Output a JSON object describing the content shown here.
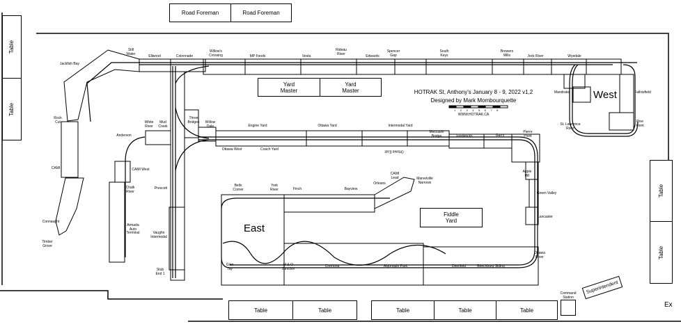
{
  "furniture": {
    "road_foreman": [
      "Road Foreman",
      "Road Foreman"
    ],
    "yard_master": [
      "Yard\nMaster",
      "Yard\nMaster"
    ],
    "fiddle_yard": "Fiddle\nYard",
    "table": "Table",
    "command_station": "Command\nStation",
    "superintendent": "Superintendent",
    "exit": "Ex"
  },
  "regions": {
    "east": "East",
    "west": "West"
  },
  "header": {
    "title": "HOTRAK St, Anthony's January 8 - 9, 2022 v1,2",
    "designer": "Designed by Mark Mombourquette",
    "scale_ticks": [
      "1",
      "2",
      "3",
      "4",
      "5",
      "6",
      "7",
      "8"
    ],
    "website": "WWW.HOTRAK.CA"
  },
  "stations": [
    "Still\nWater",
    "Ellwood",
    "Colonnade",
    "Willow's\nCrossing",
    "MP Foods",
    "Vesta",
    "Rideau\nRiver",
    "Edwards",
    "Spencer\nGap",
    "South\nKeys",
    "Brewers\nMills",
    "Jock River",
    "Wyedale",
    "Jackfish Bay",
    "Rock\nCut",
    "CAMI",
    "Connaught",
    "Timber\nGrove",
    "White\nRiver",
    "Mud\nCreek",
    "Three\nBridges",
    "Willow\nDale",
    "Anderson",
    "CAMI West",
    "Chalk\nRiver",
    "Armada\nAuto\nTerminal",
    "Prescott",
    "Vaughn\nIntermodal",
    "Stub\nEnd 1",
    "Engine Yard",
    "Ottawa Yard",
    "Intermodal Yard",
    "Ottawa West",
    "Coach Yard",
    "Ottawa East",
    "Moccasin\nBridge",
    "Fredericks",
    "Garry",
    "Pierre\nPoint",
    "Mandrake",
    "Fallowfield",
    "St. Lawrence\nRiver",
    "Pine\nPoint",
    "Apple\nHill",
    "Green Valley",
    "Lancaster",
    "Ottawa\nRiver",
    "Bells\nCorner",
    "York\nRiver",
    "Finch",
    "Bayview",
    "Orleans",
    "CAMI\nLead",
    "Marvelville\nNarrows",
    "Glen\nTay",
    "M & O\nJunction",
    "Cremona",
    "Algonquin Park",
    "Deerfield",
    "Beechburg Siding"
  ]
}
